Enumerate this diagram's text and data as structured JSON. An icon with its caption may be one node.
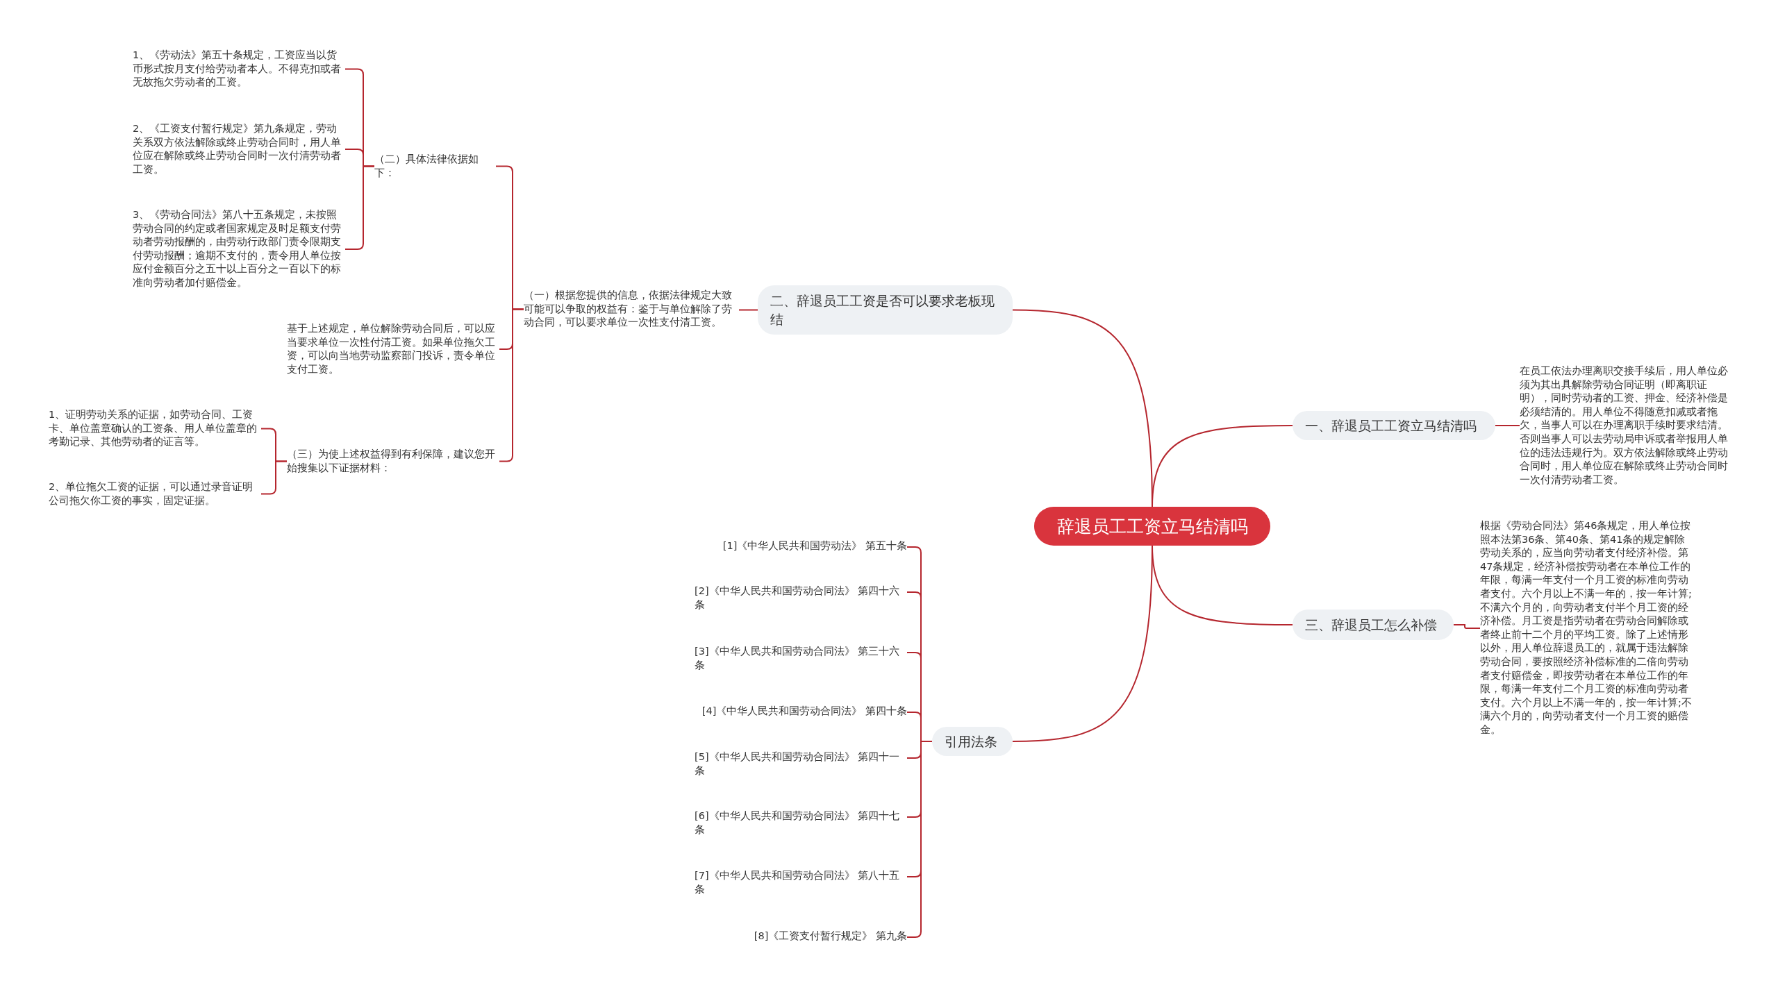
{
  "diagram": {
    "nodes": [
      {
        "text": [
          "辞退员工工资立马结清吗"
        ]
      },
      {
        "text": [
          "一、辞退员工工资立马结清吗"
        ]
      },
      {
        "text": [
          "在员工依法办理离职交接手续后，用人单位必须为其出具解除劳动合同证明（即离职证明），同时劳动者的工资、押金、经济补偿是必须结清的。用人单位不得随意扣减或者拖欠，当事人可以在办理离职手续时要求结清。否则当事人可以去劳动局申诉或者举报用人单位的违法违规行为。双方依法解除或终止劳动合同时，用人单位应在解除或终止劳动合同时一次付清劳动者工资。"
        ]
      },
      {
        "text": [
          "二、辞退员工工资是否可以要求老板现结"
        ]
      },
      {
        "text": [
          "（一）根据您提供的信息，依据法律规定大致可能可以争取的权益有：鉴于与单位解除了劳动合同，可以要求单位一次性支付清工资。"
        ]
      },
      {
        "text": [
          "（二）具体法律依据如下："
        ]
      },
      {
        "text": [
          "1、《劳动法》第五十条规定，工资应当以货币形式按月支付给劳动者本人。不得克扣或者无故拖欠劳动者的工资。"
        ]
      },
      {
        "text": [
          "2、《工资支付暂行规定》第九条规定，劳动关系双方依法解除或终止劳动合同时，用人单位应在解除或终止劳动合同时一次付清劳动者工资。"
        ]
      },
      {
        "text": [
          "3、《劳动合同法》第八十五条规定，未按照劳动合同的约定或者国家规定及时足额支付劳动者劳动报酬的，由劳动行政部门责令限期支付劳动报酬；逾期不支付的，责令用人单位按应付金额百分之五十以上百分之一百以下的标准向劳动者加付赔偿金。"
        ]
      },
      {
        "text": [
          "基于上述规定，单位解除劳动合同后，可以应当要求单位一次性付清工资。如果单位拖欠工资，可以向当地劳动监察部门投诉，责令单位支付工资。"
        ]
      },
      {
        "text": [
          "（三）为使上述权益得到有利保障，建议您开始搜集以下证据材料："
        ]
      },
      {
        "text": [
          "1、证明劳动关系的证据，如劳动合同、工资卡、单位盖章确认的工资条、用人单位盖章的考勤记录、其他劳动者的证言等。"
        ]
      },
      {
        "text": [
          "2、单位拖欠工资的证据，可以通过录音证明公司拖欠你工资的事实，固定证据。"
        ]
      },
      {
        "text": [
          "三、辞退员工怎么补偿"
        ]
      },
      {
        "text": [
          "根据《劳动合同法》第46条规定，用人单位按照本法第36条、第40条、第41条的规定解除劳动关系的，应当向劳动者支付经济补偿。第47条规定，经济补偿按劳动者在本单位工作的年限，每满一年支付一个月工资的标准向劳动者支付。六个月以上不满一年的，按一年计算;不满六个月的，向劳动者支付半个月工资的经济补偿。月工资是指劳动者在劳动合同解除或者终止前十二个月的平均工资。除了上述情形以外，用人单位辞退员工的，就属于违法解除劳动合同，要按照经济补偿标准的二倍向劳动者支付赔偿金，即按劳动者在本单位工作的年限，每满一年支付二个月工资的标准向劳动者支付。六个月以上不满一年的，按一年计算;不满六个月的，向劳动者支付一个月工资的赔偿金。"
        ]
      },
      {
        "text": [
          "引用法条"
        ]
      },
      {
        "text": [
          "[1]《中华人民共和国劳动法》 第五十条"
        ]
      },
      {
        "text": [
          "[2]《中华人民共和国劳动合同法》 第四十六条"
        ]
      },
      {
        "text": [
          "[3]《中华人民共和国劳动合同法》 第三十六条"
        ]
      },
      {
        "text": [
          "[4]《中华人民共和国劳动合同法》 第四十条"
        ]
      },
      {
        "text": [
          "[5]《中华人民共和国劳动合同法》 第四十一条"
        ]
      },
      {
        "text": [
          "[6]《中华人民共和国劳动合同法》 第四十七条"
        ]
      },
      {
        "text": [
          "[7]《中华人民共和国劳动合同法》 第八十五条"
        ]
      },
      {
        "text": [
          "[8]《工资支付暂行规定》 第九条"
        ]
      }
    ],
    "edges": [
      {
        "from": 0,
        "to": 1,
        "arrow": "none"
      },
      {
        "from": 1,
        "to": 2,
        "arrow": "none"
      },
      {
        "from": 0,
        "to": 3,
        "arrow": "none"
      },
      {
        "from": 3,
        "to": 4,
        "arrow": "none"
      },
      {
        "from": 4,
        "to": 5,
        "arrow": "none"
      },
      {
        "from": 5,
        "to": 6,
        "arrow": "none"
      },
      {
        "from": 5,
        "to": 7,
        "arrow": "none"
      },
      {
        "from": 5,
        "to": 8,
        "arrow": "none"
      },
      {
        "from": 4,
        "to": 9,
        "arrow": "none"
      },
      {
        "from": 4,
        "to": 10,
        "arrow": "none"
      },
      {
        "from": 10,
        "to": 11,
        "arrow": "none"
      },
      {
        "from": 10,
        "to": 12,
        "arrow": "none"
      },
      {
        "from": 0,
        "to": 13,
        "arrow": "none"
      },
      {
        "from": 13,
        "to": 14,
        "arrow": "none"
      },
      {
        "from": 0,
        "to": 15,
        "arrow": "none"
      },
      {
        "from": 15,
        "to": 16,
        "arrow": "none"
      },
      {
        "from": 15,
        "to": 17,
        "arrow": "none"
      },
      {
        "from": 15,
        "to": 18,
        "arrow": "none"
      },
      {
        "from": 15,
        "to": 19,
        "arrow": "none"
      },
      {
        "from": 15,
        "to": 20,
        "arrow": "none"
      },
      {
        "from": 15,
        "to": 21,
        "arrow": "none"
      },
      {
        "from": 15,
        "to": 22,
        "arrow": "none"
      },
      {
        "from": 15,
        "to": 23,
        "arrow": "none"
      }
    ]
  }
}
